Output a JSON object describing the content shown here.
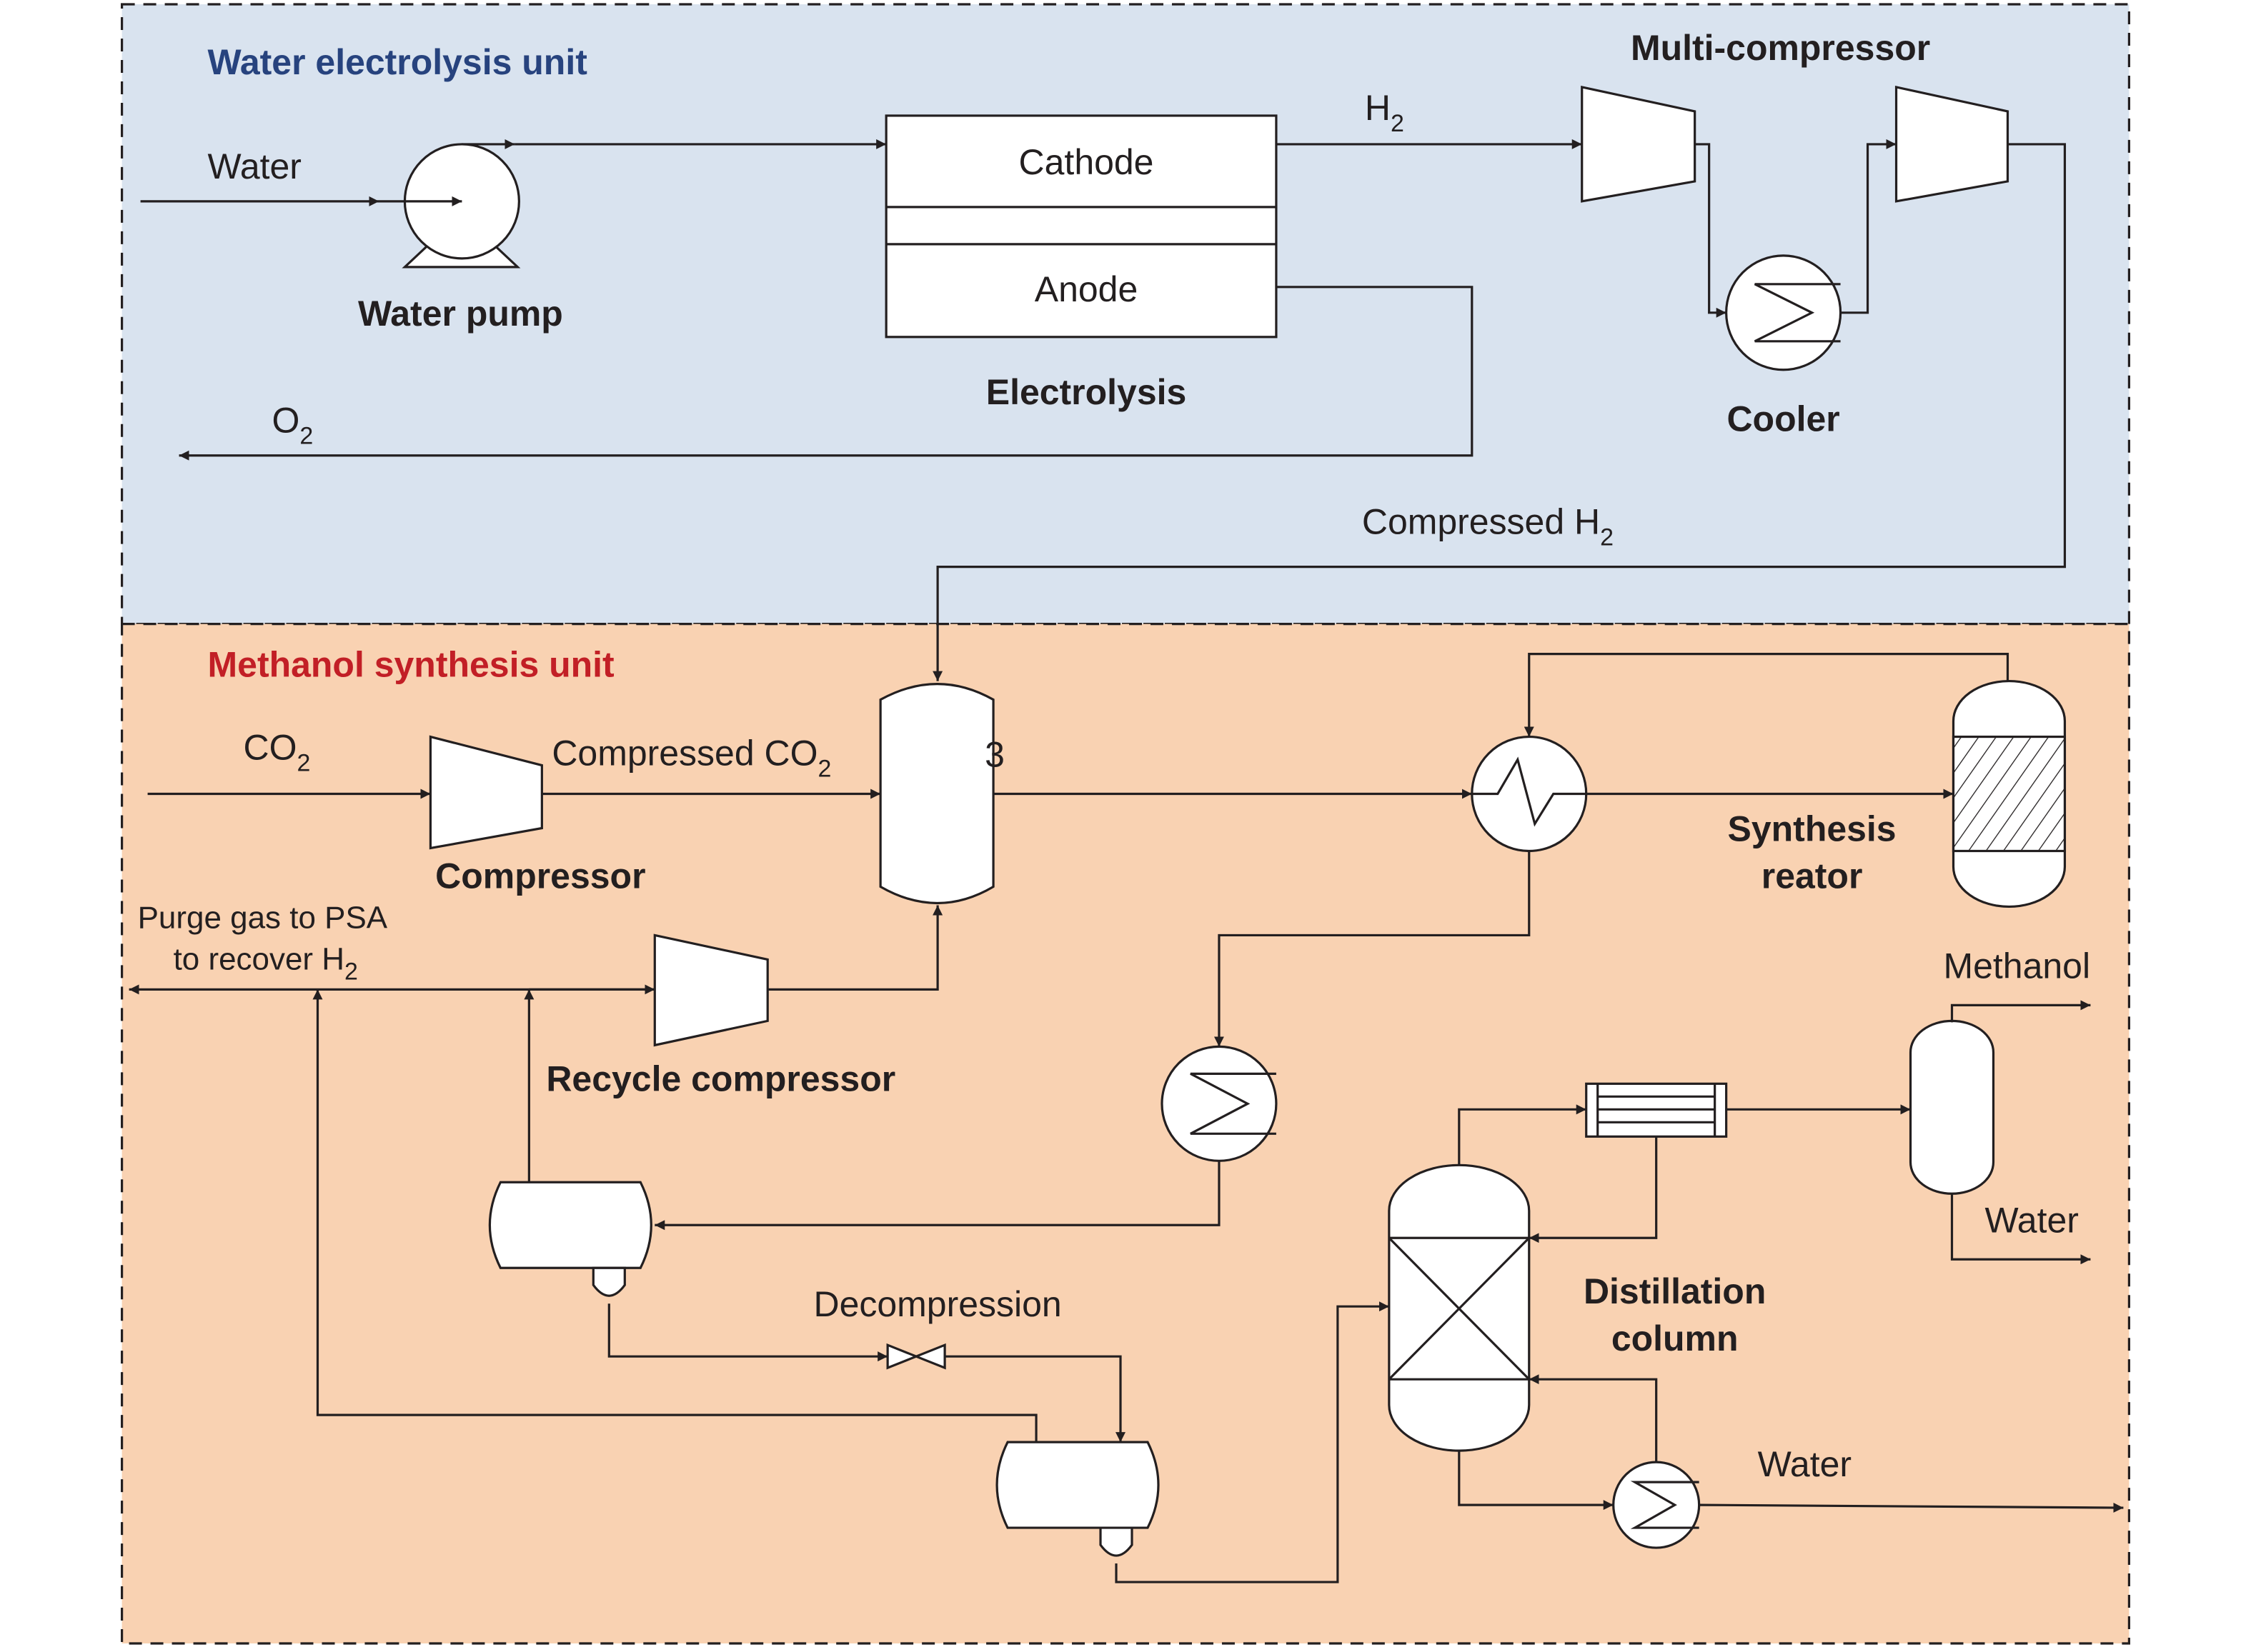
{
  "colors": {
    "electrolysis_bg": "#d9e3ef",
    "methanol_bg": "#f9d2b2",
    "electrolysis_title": "#27437e",
    "methanol_title": "#c21f26",
    "line": "#231f20"
  },
  "units": {
    "electrolysis": {
      "title": "Water electrolysis unit"
    },
    "methanol": {
      "title": "Methanol synthesis unit"
    }
  },
  "equipment": {
    "water_pump": "Water pump",
    "electrolysis": "Electrolysis",
    "cathode": "Cathode",
    "anode": "Anode",
    "multi_compressor": "Multi-compressor",
    "cooler": "Cooler",
    "compressor": "Compressor",
    "recycle_compressor": "Recycle compressor",
    "synthesis_reactor_line1": "Synthesis",
    "synthesis_reactor_line2": "reator",
    "distillation_line1": "Distillation",
    "distillation_line2": "column"
  },
  "streams": {
    "water_in": "Water",
    "h2": {
      "base": "H",
      "sub": "2"
    },
    "o2": {
      "base": "O",
      "sub": "2"
    },
    "compressed_h2": {
      "base": "Compressed H",
      "sub": "2"
    },
    "co2": {
      "base": "CO",
      "sub": "2"
    },
    "compressed_co2": {
      "base": "Compressed CO",
      "sub": "2"
    },
    "purge_line1": "Purge gas to PSA",
    "purge_line2": {
      "base": "to recover H",
      "sub": "2"
    },
    "decompression": "Decompression",
    "methanol_out": "Methanol",
    "water_out_top": "Water",
    "water_out_bottom": "Water",
    "stray_glyph": "3"
  }
}
